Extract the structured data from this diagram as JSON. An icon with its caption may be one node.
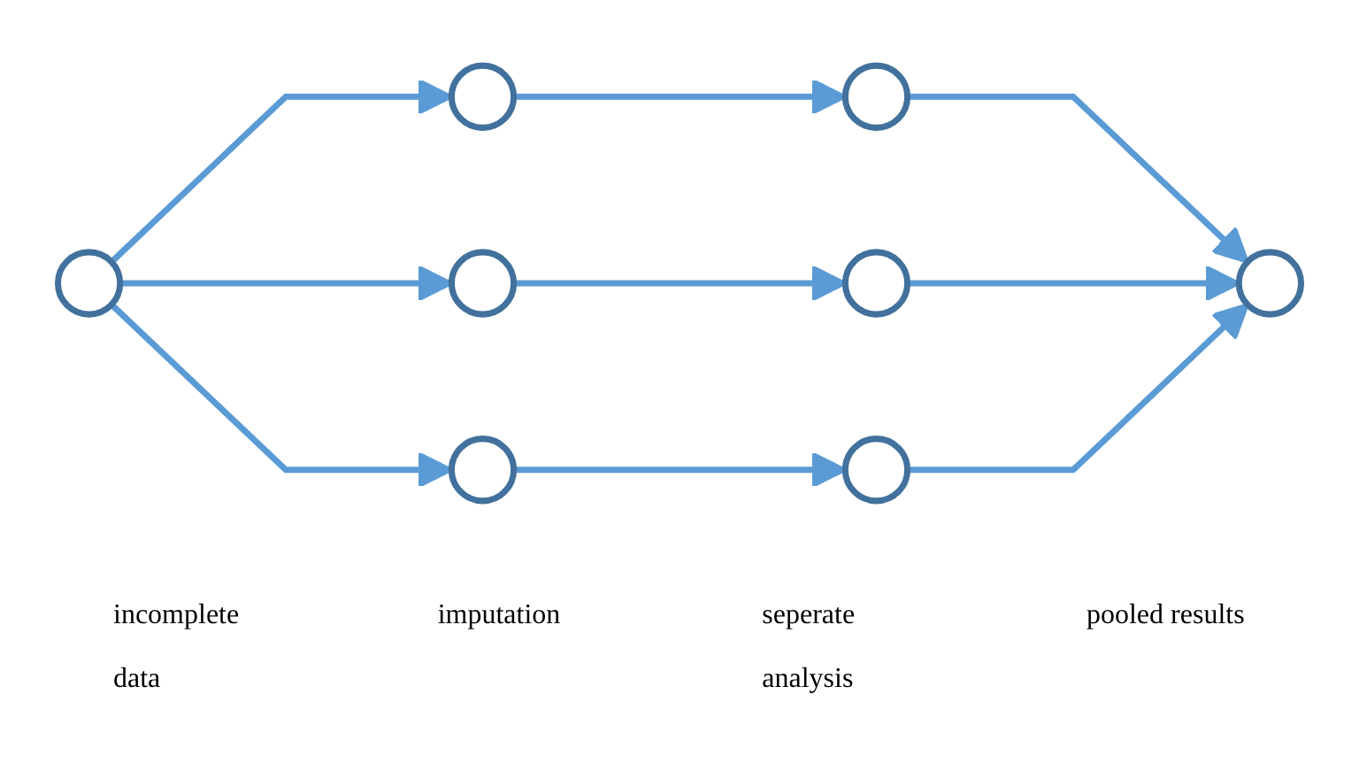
{
  "diagram": {
    "nodes": [
      {
        "text": [],
        "shape": "circle"
      },
      {
        "text": [],
        "shape": "circle"
      },
      {
        "text": [],
        "shape": "circle"
      },
      {
        "text": [],
        "shape": "circle"
      },
      {
        "text": [],
        "shape": "circle"
      },
      {
        "text": [],
        "shape": "circle"
      },
      {
        "text": [],
        "shape": "circle"
      },
      {
        "text": [],
        "shape": "circle"
      }
    ],
    "edges": [
      {
        "from": 0,
        "to": 1,
        "arrow": "to"
      },
      {
        "from": 0,
        "to": 2,
        "arrow": "to"
      },
      {
        "from": 0,
        "to": 3,
        "arrow": "to"
      },
      {
        "from": 1,
        "to": 4,
        "arrow": "to"
      },
      {
        "from": 2,
        "to": 5,
        "arrow": "to"
      },
      {
        "from": 3,
        "to": 6,
        "arrow": "to"
      },
      {
        "from": 4,
        "to": 7,
        "arrow": "to"
      },
      {
        "from": 5,
        "to": 7,
        "arrow": "to"
      },
      {
        "from": 6,
        "to": 7,
        "arrow": "to"
      }
    ],
    "labels": [
      "incomplete data",
      "imputation",
      "seperate analysis",
      "pooled results"
    ]
  }
}
